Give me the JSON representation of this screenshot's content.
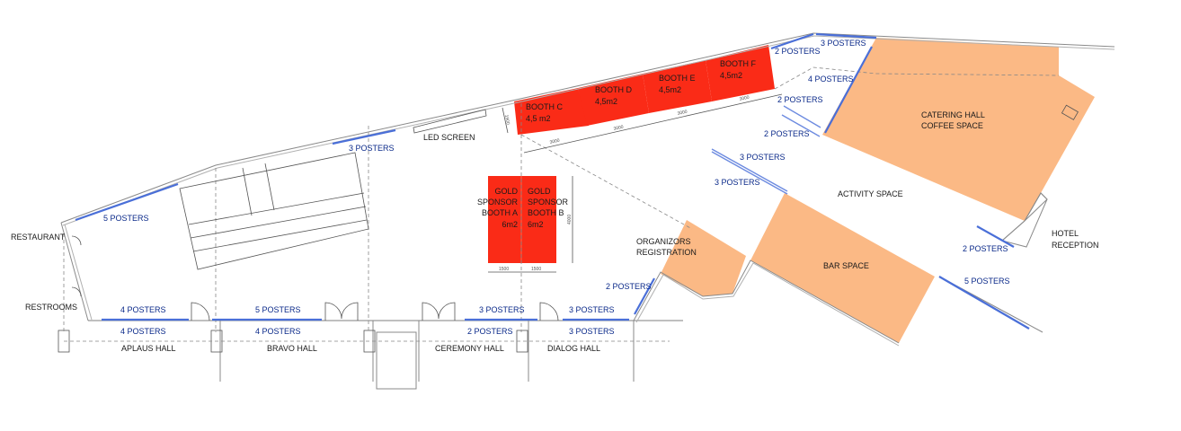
{
  "plan": {
    "rooms": {
      "restaurant": "RESTAURANT",
      "restrooms": "RESTROOMS",
      "aplaus_hall": "APLAUS HALL",
      "bravo_hall": "BRAVO  HALL",
      "ceremony_hall": "CEREMONY HALL",
      "dialog_hall": "DIALOG HALL",
      "led_screen": "LED SCREEN",
      "organizers_line1": "ORGANIZORS",
      "organizers_line2": "REGISTRATION",
      "catering_line1": "CATERING HALL",
      "catering_line2": "COFFEE SPACE",
      "activity_space": "ACTIVITY SPACE",
      "bar_space": "BAR SPACE",
      "hotel_line1": "HOTEL",
      "hotel_line2": "RECEPTION"
    },
    "booths": {
      "c": {
        "name": "BOOTH C",
        "size": "4,5 m2"
      },
      "d": {
        "name": "BOOTH D",
        "size": "4,5m2"
      },
      "e": {
        "name": "BOOTH E",
        "size": "4,5m2"
      },
      "f": {
        "name": "BOOTH F",
        "size": "4,5m2"
      },
      "a": {
        "l1": "GOLD",
        "l2": "SPONSOR",
        "l3": "BOOTH A",
        "l4": "6m2"
      },
      "b": {
        "l1": "GOLD",
        "l2": "SPONSOR",
        "l3": "BOOTH B",
        "l4": "6m2"
      }
    },
    "posters": {
      "p_restaurant_wall": "5 POSTERS",
      "p_top_wall": "3 POSTERS",
      "p_aplaus_top": "4 POSTERS",
      "p_aplaus_bottom": "4 POSTERS",
      "p_bravo_top": "5 POSTERS",
      "p_bravo_bottom": "4 POSTERS",
      "p_ceremony_top": "3 POSTERS",
      "p_ceremony_bottom": "2 POSTERS",
      "p_dialog_top": "3 POSTERS",
      "p_dialog_bottom": "3 POSTERS",
      "p_org_wall": "2 POSTERS",
      "p_ne_2a": "2 POSTERS",
      "p_ne_3": "3 POSTERS",
      "p_ne_4": "4 POSTERS",
      "p_ne_2b": "2 POSTERS",
      "p_ne_2c": "2 POSTERS",
      "p_mid_3a": "3 POSTERS",
      "p_mid_3b": "3 POSTERS",
      "p_hotel_2": "2 POSTERS",
      "p_bar_5": "5 POSTERS"
    },
    "dimensions": {
      "d1500a": "1500",
      "d1500b": "1500",
      "d4000": "4000",
      "d1900": "1900",
      "d3000a": "3000",
      "d3000b": "3000",
      "d3000c": "3000",
      "d3000d": "3000"
    },
    "colors": {
      "booth": "#fa2b17",
      "space": "#fbb985",
      "poster": "#4a6fd8",
      "poster_text": "#0b2a8a"
    }
  }
}
